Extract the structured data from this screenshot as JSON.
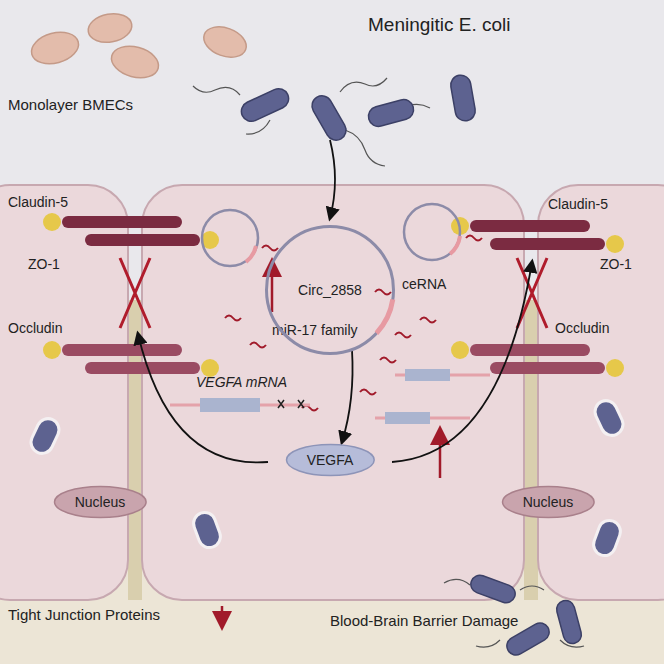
{
  "diagram": {
    "nodes": [
      {
        "text": [
          "Circ_2858"
        ]
      },
      {
        "text": [
          "VEGFA"
        ]
      },
      {
        "text": [
          "Nucleus"
        ]
      },
      {
        "text": [
          "Nucleus"
        ]
      }
    ],
    "labels": [
      "Meningitic E. coli",
      "Monolayer BMECs",
      "Claudin-5",
      "ZO-1",
      "Occludin",
      "Claudin-5",
      "ZO-1",
      "Occludin",
      "ceRNA",
      "miR-17 family",
      "VEGFA mRNA",
      "Tight Junction Proteins",
      "Blood-Brain Barrier Damage"
    ]
  }
}
